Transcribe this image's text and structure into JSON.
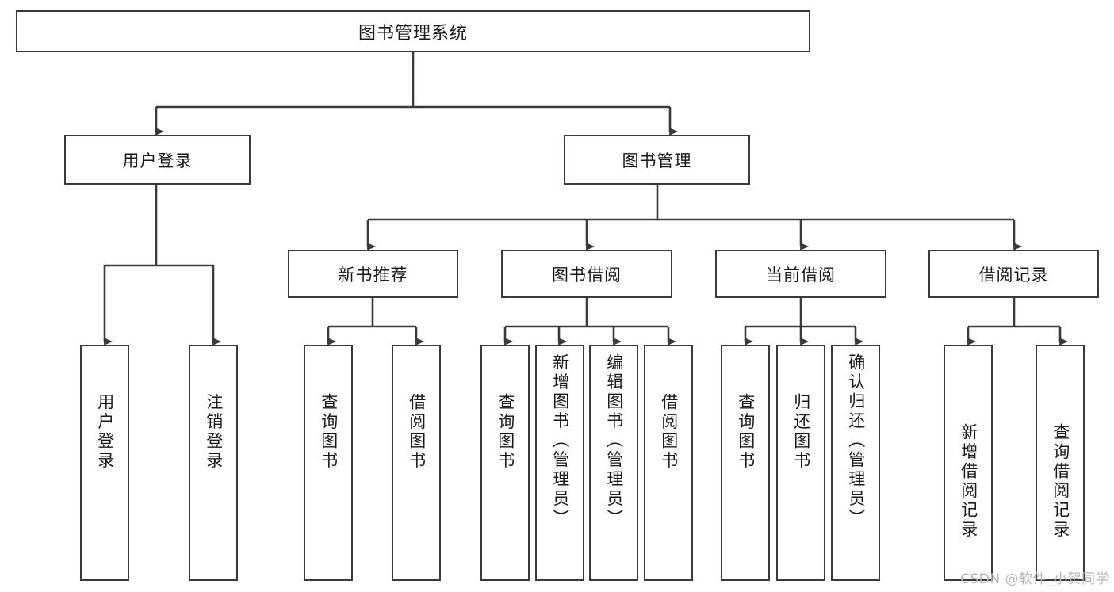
{
  "diagram": {
    "type": "tree-hierarchy",
    "root": {
      "id": "root",
      "label": "图书管理系统"
    },
    "level2": [
      {
        "id": "user-login",
        "label": "用户登录"
      },
      {
        "id": "book-mgmt",
        "label": "图书管理"
      }
    ],
    "level3": [
      {
        "id": "new-book-rec",
        "label": "新书推荐",
        "parent": "book-mgmt"
      },
      {
        "id": "book-borrow",
        "label": "图书借阅",
        "parent": "book-mgmt"
      },
      {
        "id": "current-borrow",
        "label": "当前借阅",
        "parent": "book-mgmt"
      },
      {
        "id": "borrow-record",
        "label": "借阅记录",
        "parent": "book-mgmt"
      }
    ],
    "leaves": [
      {
        "id": "leaf-user-login",
        "label": "用户登录",
        "parent": "user-login"
      },
      {
        "id": "leaf-logout",
        "label": "注销登录",
        "parent": "user-login"
      },
      {
        "id": "leaf-query-book-1",
        "label": "查询图书",
        "parent": "new-book-rec"
      },
      {
        "id": "leaf-borrow-book-1",
        "label": "借阅图书",
        "parent": "new-book-rec"
      },
      {
        "id": "leaf-query-book-2",
        "label": "查询图书",
        "parent": "book-borrow"
      },
      {
        "id": "leaf-add-book",
        "label": "新增图书（管理员）",
        "parent": "book-borrow"
      },
      {
        "id": "leaf-edit-book",
        "label": "编辑图书（管理员）",
        "parent": "book-borrow"
      },
      {
        "id": "leaf-borrow-book-2",
        "label": "借阅图书",
        "parent": "book-borrow"
      },
      {
        "id": "leaf-query-book-3",
        "label": "查询图书",
        "parent": "current-borrow"
      },
      {
        "id": "leaf-return-book",
        "label": "归还图书",
        "parent": "current-borrow"
      },
      {
        "id": "leaf-confirm-return",
        "label": "确认归还（管理员）",
        "parent": "current-borrow"
      },
      {
        "id": "leaf-add-record",
        "label": "新增借阅记录",
        "parent": "borrow-record"
      },
      {
        "id": "leaf-query-record",
        "label": "查询借阅记录",
        "parent": "borrow-record"
      }
    ],
    "colors": {
      "stroke": "#3a3a3a",
      "fill": "#ffffff",
      "text": "#1a1a1a",
      "watermark": "#b6b6b6"
    }
  },
  "watermark": {
    "text": "CSDN @软件_小贺同学"
  }
}
